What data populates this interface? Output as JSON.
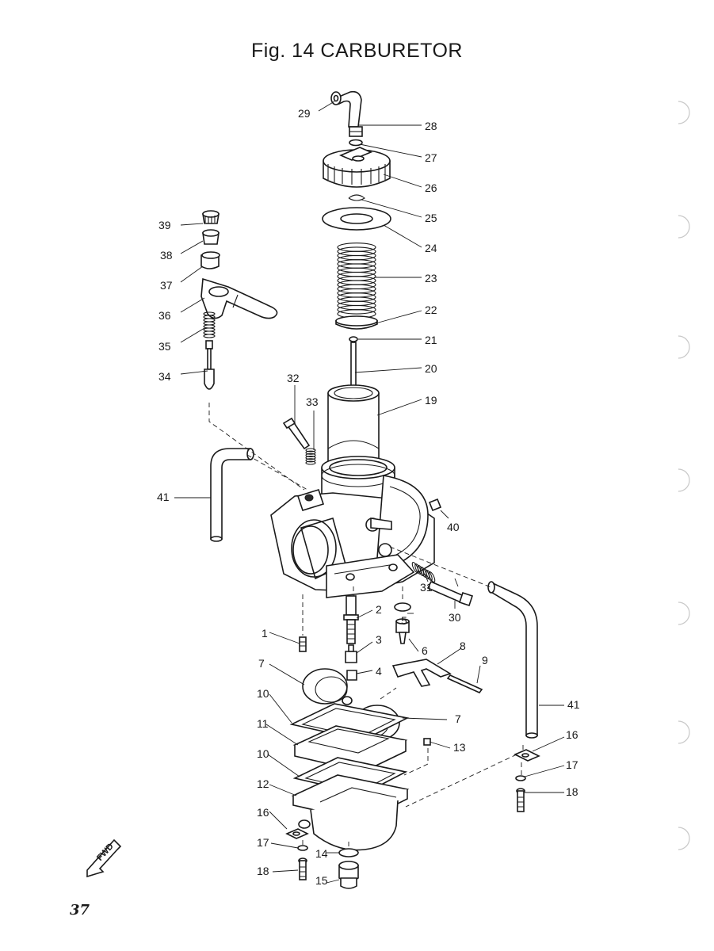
{
  "title": "Fig. 14  CARBURETOR",
  "page_number": "37",
  "fwd_label": "FWD",
  "callouts": [
    {
      "id": "c29",
      "text": "29"
    },
    {
      "id": "c28",
      "text": "28"
    },
    {
      "id": "c27",
      "text": "27"
    },
    {
      "id": "c26",
      "text": "26"
    },
    {
      "id": "c25",
      "text": "25"
    },
    {
      "id": "c24",
      "text": "24"
    },
    {
      "id": "c23",
      "text": "23"
    },
    {
      "id": "c22",
      "text": "22"
    },
    {
      "id": "c21",
      "text": "21"
    },
    {
      "id": "c20",
      "text": "20"
    },
    {
      "id": "c19",
      "text": "19"
    },
    {
      "id": "c39",
      "text": "39"
    },
    {
      "id": "c38",
      "text": "38"
    },
    {
      "id": "c37",
      "text": "37"
    },
    {
      "id": "c36",
      "text": "36"
    },
    {
      "id": "c35",
      "text": "35"
    },
    {
      "id": "c34",
      "text": "34"
    },
    {
      "id": "c32",
      "text": "32"
    },
    {
      "id": "c33",
      "text": "33"
    },
    {
      "id": "c41a",
      "text": "41"
    },
    {
      "id": "c40",
      "text": "40"
    },
    {
      "id": "c31",
      "text": "31"
    },
    {
      "id": "c30",
      "text": "30"
    },
    {
      "id": "c2",
      "text": "2"
    },
    {
      "id": "c5",
      "text": "5"
    },
    {
      "id": "c1",
      "text": "1"
    },
    {
      "id": "c3",
      "text": "3"
    },
    {
      "id": "c6",
      "text": "6"
    },
    {
      "id": "c8",
      "text": "8"
    },
    {
      "id": "c9",
      "text": "9"
    },
    {
      "id": "c7a",
      "text": "7"
    },
    {
      "id": "c4",
      "text": "4"
    },
    {
      "id": "c41b",
      "text": "41"
    },
    {
      "id": "c10a",
      "text": "10"
    },
    {
      "id": "c7b",
      "text": "7"
    },
    {
      "id": "c11",
      "text": "11"
    },
    {
      "id": "c16a",
      "text": "16"
    },
    {
      "id": "c13",
      "text": "13"
    },
    {
      "id": "c10b",
      "text": "10"
    },
    {
      "id": "c17a",
      "text": "17"
    },
    {
      "id": "c12",
      "text": "12"
    },
    {
      "id": "c18a",
      "text": "18"
    },
    {
      "id": "c16b",
      "text": "16"
    },
    {
      "id": "c17b",
      "text": "17"
    },
    {
      "id": "c14",
      "text": "14"
    },
    {
      "id": "c18b",
      "text": "18"
    },
    {
      "id": "c15",
      "text": "15"
    }
  ]
}
